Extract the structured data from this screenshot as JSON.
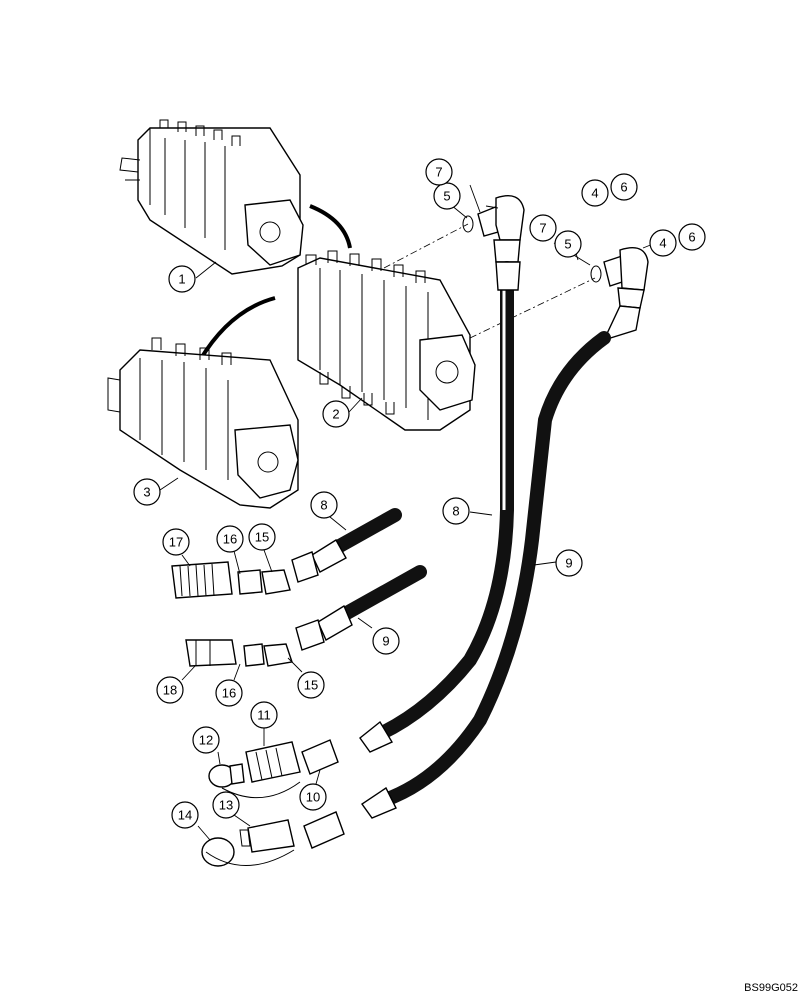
{
  "callouts": [
    {
      "id": "c1",
      "label": "1"
    },
    {
      "id": "c2",
      "label": "2"
    },
    {
      "id": "c3",
      "label": "3"
    },
    {
      "id": "c4a",
      "label": "4"
    },
    {
      "id": "c6a",
      "label": "6"
    },
    {
      "id": "c5a",
      "label": "5"
    },
    {
      "id": "c7a",
      "label": "7"
    },
    {
      "id": "c4b",
      "label": "4"
    },
    {
      "id": "c6b",
      "label": "6"
    },
    {
      "id": "c5b",
      "label": "5"
    },
    {
      "id": "c7b",
      "label": "7"
    },
    {
      "id": "c8a",
      "label": "8"
    },
    {
      "id": "c8b",
      "label": "8"
    },
    {
      "id": "c9a",
      "label": "9"
    },
    {
      "id": "c9b",
      "label": "9"
    },
    {
      "id": "c10",
      "label": "10"
    },
    {
      "id": "c11",
      "label": "11"
    },
    {
      "id": "c12",
      "label": "12"
    },
    {
      "id": "c13",
      "label": "13"
    },
    {
      "id": "c14",
      "label": "14"
    },
    {
      "id": "c15a",
      "label": "15"
    },
    {
      "id": "c15b",
      "label": "15"
    },
    {
      "id": "c16a",
      "label": "16"
    },
    {
      "id": "c16b",
      "label": "16"
    },
    {
      "id": "c17",
      "label": "17"
    },
    {
      "id": "c18",
      "label": "18"
    }
  ],
  "drawing_code": "BS99G052"
}
